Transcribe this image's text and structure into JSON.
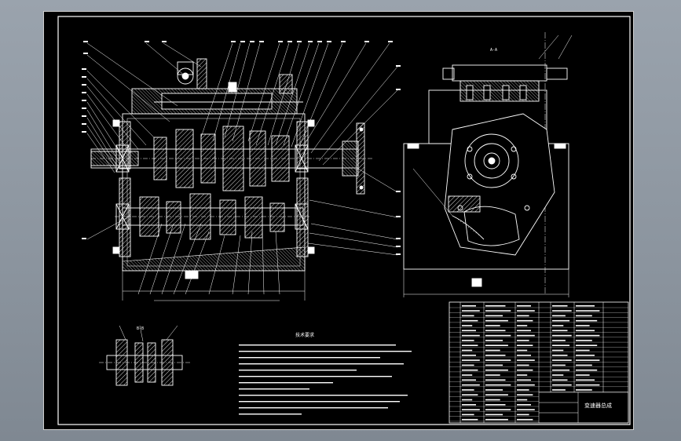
{
  "sheet": {
    "view_label_side": "A-A",
    "view_label_small": "B-B",
    "tech_heading": "技术要求",
    "title_block_name": "变速器总成"
  },
  "colors": {
    "background": "#000000",
    "lines": "#ffffff",
    "hatch": "#d9d9d9",
    "window": "#8e979f"
  }
}
